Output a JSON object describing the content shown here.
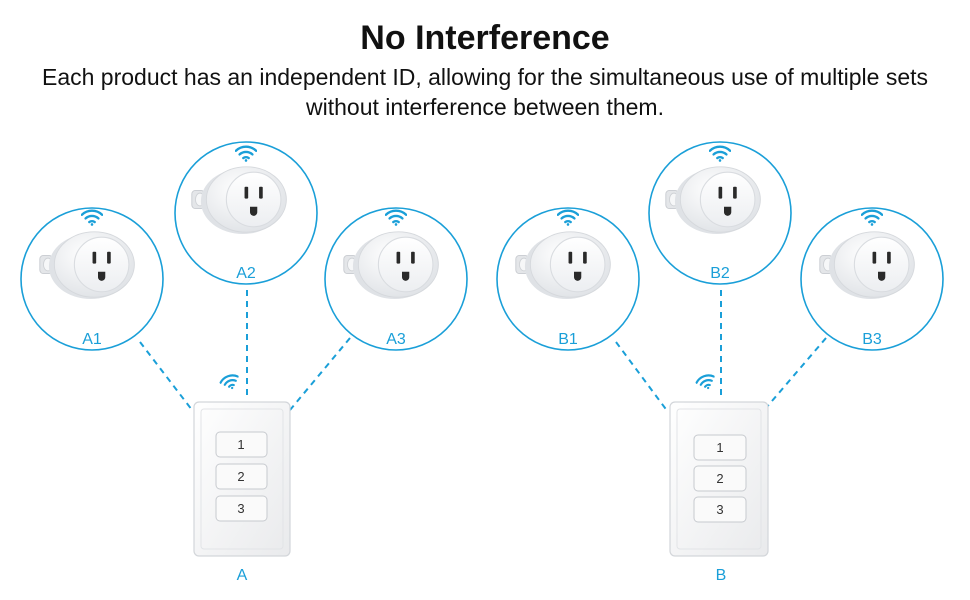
{
  "header": {
    "title": "No Interference",
    "subtitle": "Each product has an independent ID, allowing for the simultaneous use of multiple sets without interference between them."
  },
  "colors": {
    "accent": "#1a9fd8",
    "text": "#111111",
    "plug_body": "#f2f3f5",
    "remote_body": "#f4f4f4"
  },
  "groups": [
    {
      "id": "A",
      "remote": {
        "label": "A",
        "keys": [
          "1",
          "2",
          "3"
        ]
      },
      "plugs": [
        {
          "label": "A1",
          "icon": "smart-plug-icon",
          "signal_icon": "wifi-icon"
        },
        {
          "label": "A2",
          "icon": "smart-plug-icon",
          "signal_icon": "wifi-icon"
        },
        {
          "label": "A3",
          "icon": "smart-plug-icon",
          "signal_icon": "wifi-icon"
        }
      ]
    },
    {
      "id": "B",
      "remote": {
        "label": "B",
        "keys": [
          "1",
          "2",
          "3"
        ]
      },
      "plugs": [
        {
          "label": "B1",
          "icon": "smart-plug-icon",
          "signal_icon": "wifi-icon"
        },
        {
          "label": "B2",
          "icon": "smart-plug-icon",
          "signal_icon": "wifi-icon"
        },
        {
          "label": "B3",
          "icon": "smart-plug-icon",
          "signal_icon": "wifi-icon"
        }
      ]
    }
  ]
}
